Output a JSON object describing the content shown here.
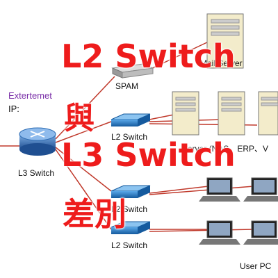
{
  "labels": {
    "spam": "SPAM",
    "mail_server": "Mail Server",
    "l2_switch_1": "L2 Switch",
    "l2_switch_2": "L2 Switch",
    "l2_switch_3": "L2 Switch",
    "l3_switch": "L3 Switch",
    "server": "Server (NAS、ERP、V",
    "user_pc": "User PC",
    "external": "Extertemet",
    "ip": "IP:"
  },
  "title": {
    "line1": "L2 Switch",
    "line2": "與",
    "line3": "L3 Switch",
    "line4": "差別"
  },
  "colors": {
    "title": "#ee1c1c",
    "link": "#c0392b",
    "switch_blue": "#1f6fb5",
    "router_blue": "#2f6db3",
    "server_beige": "#f3eccb",
    "external_text": "#7a2fa8"
  },
  "icons": {
    "router": "router-icon",
    "switch": "switch-icon",
    "server": "server-icon",
    "pc": "laptop-icon",
    "spam": "spam-appliance-icon"
  }
}
